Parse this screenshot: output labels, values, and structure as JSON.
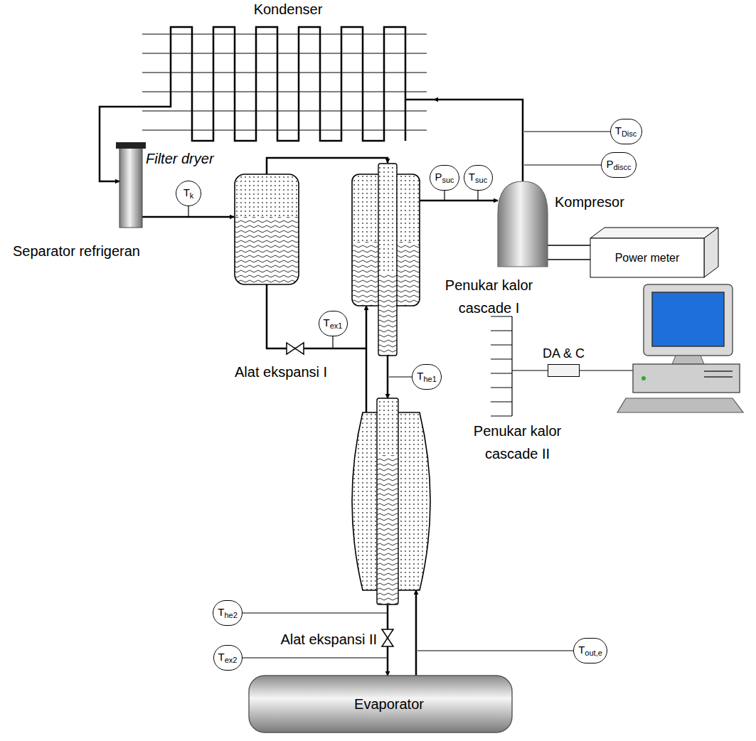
{
  "diagram": {
    "nodes": [
      {
        "text": [
          "Kondenser"
        ]
      },
      {
        "text": [
          "Separator refrigeran"
        ]
      },
      {
        "text": [
          "Tk"
        ]
      },
      {
        "text": [
          "Psuc"
        ]
      },
      {
        "text": [
          "Tsuc"
        ]
      },
      {
        "text": [
          "TDisc"
        ]
      },
      {
        "text": [
          "Pdiscc"
        ]
      },
      {
        "text": [
          "Kompresor"
        ]
      },
      {
        "text": [
          "Power meter"
        ]
      },
      {
        "text": [
          "Penukar kalor cascade I"
        ]
      },
      {
        "text": [
          "Tex1"
        ]
      },
      {
        "text": [
          "The1"
        ]
      },
      {
        "text": [
          "DA & C"
        ]
      },
      {
        "text": [
          "Penukar kalor cascade II"
        ]
      },
      {
        "text": [
          "The2"
        ]
      },
      {
        "text": [
          "Tex2"
        ]
      },
      {
        "text": [
          "Tout,e"
        ]
      },
      {
        "text": [
          "Evaporator"
        ]
      }
    ],
    "edges": [
      {
        "from": 7,
        "to": 0,
        "arrow": "to"
      },
      {
        "from": 0,
        "to": 1,
        "arrow": "to"
      },
      {
        "from": 9,
        "to": 7,
        "arrow": "to"
      },
      {
        "from": 9,
        "to": 13,
        "arrow": "to"
      },
      {
        "from": 13,
        "to": 9,
        "arrow": "to"
      },
      {
        "from": 13,
        "to": 17,
        "arrow": "to"
      },
      {
        "from": 17,
        "to": 13,
        "arrow": "to"
      },
      {
        "from": 8,
        "to": 7,
        "arrow": "none"
      }
    ],
    "labels": [
      "Filter dryer",
      "Alat ekspansi I",
      "Alat ekspansi II"
    ]
  }
}
